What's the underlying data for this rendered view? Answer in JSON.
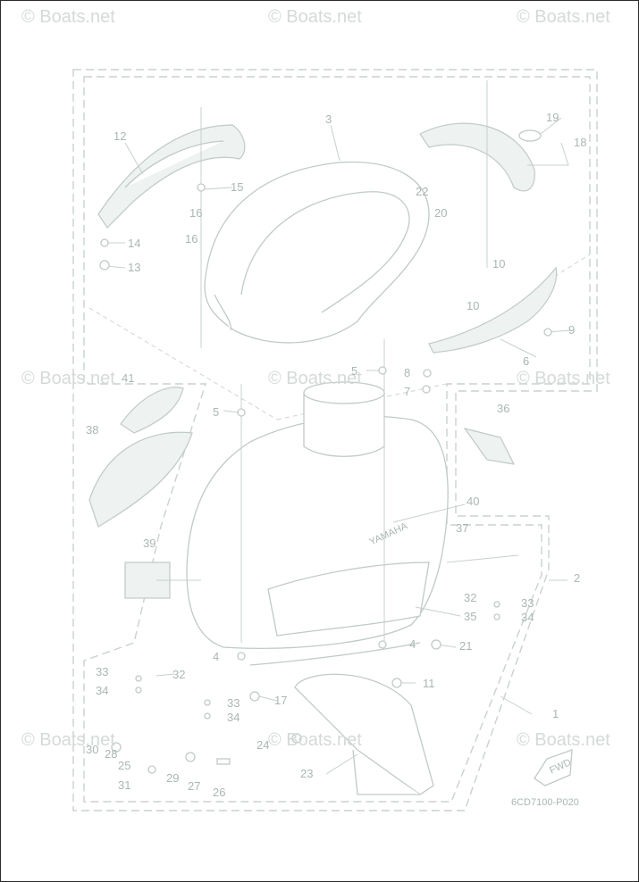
{
  "watermark": "© Boats.net",
  "diagram_code": "6CD7100-P020",
  "fwd_label": "FWD",
  "brand_label": "YAMAHA",
  "callouts": [
    "1",
    "2",
    "3",
    "4",
    "4",
    "5",
    "5",
    "6",
    "7",
    "8",
    "9",
    "10",
    "10",
    "11",
    "12",
    "13",
    "14",
    "15",
    "16",
    "16",
    "17",
    "18",
    "19",
    "20",
    "21",
    "22",
    "23",
    "24",
    "25",
    "26",
    "27",
    "28",
    "29",
    "30",
    "31",
    "32",
    "32",
    "33",
    "33",
    "33",
    "34",
    "34",
    "34",
    "35",
    "36",
    "37",
    "38",
    "39",
    "40",
    "41"
  ]
}
